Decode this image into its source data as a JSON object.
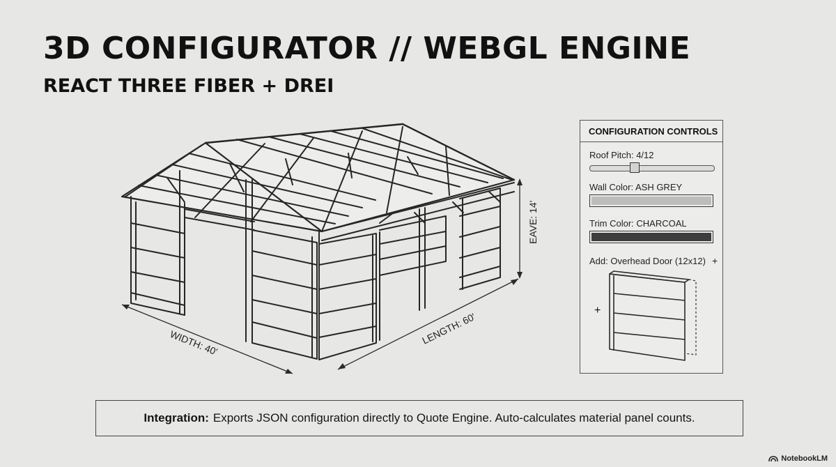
{
  "header": {
    "title": "3D CONFIGURATOR // WEBGL ENGINE",
    "subtitle": "REACT THREE FIBER + DREI"
  },
  "viewport": {
    "dimensions": {
      "width_label": "WIDTH: 40'",
      "length_label": "LENGTH: 60'",
      "eave_label": "EAVE: 14'"
    }
  },
  "panel": {
    "title": "CONFIGURATION CONTROLS",
    "roof_pitch": {
      "label": "Roof Pitch: 4/12",
      "position": 0.35
    },
    "wall_color": {
      "label": "Wall Color: ASH GREY",
      "color": "#bdbdbb"
    },
    "trim_color": {
      "label": "Trim Color: CHARCOAL",
      "color": "#3d3d3d"
    },
    "add_door": {
      "label": "Add: Overhead Door (12x12)",
      "plus": "+"
    },
    "drop_plus": "+"
  },
  "banner": {
    "label": "Integration:",
    "text": "Exports JSON configuration directly to Quote Engine. Auto-calculates material panel counts."
  },
  "brand": {
    "name": "NotebookLM"
  }
}
